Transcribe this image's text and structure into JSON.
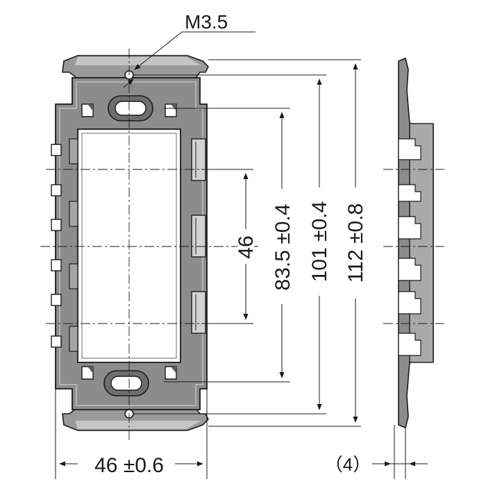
{
  "drawing": {
    "screw_label": "M3.5",
    "dim_width": "46 ±0.6",
    "dim_inner": "46",
    "dim_hole_pitch": "83.5 ±0.4",
    "dim_mid_height": "101 ±0.4",
    "dim_total_height": "112 ±0.8",
    "dim_depth": "（4）"
  },
  "colors": {
    "part_fill": "#8c8c8c",
    "part_light": "#bdbdbd",
    "part_dark": "#3a3a3a",
    "line": "#1a1a1a"
  }
}
